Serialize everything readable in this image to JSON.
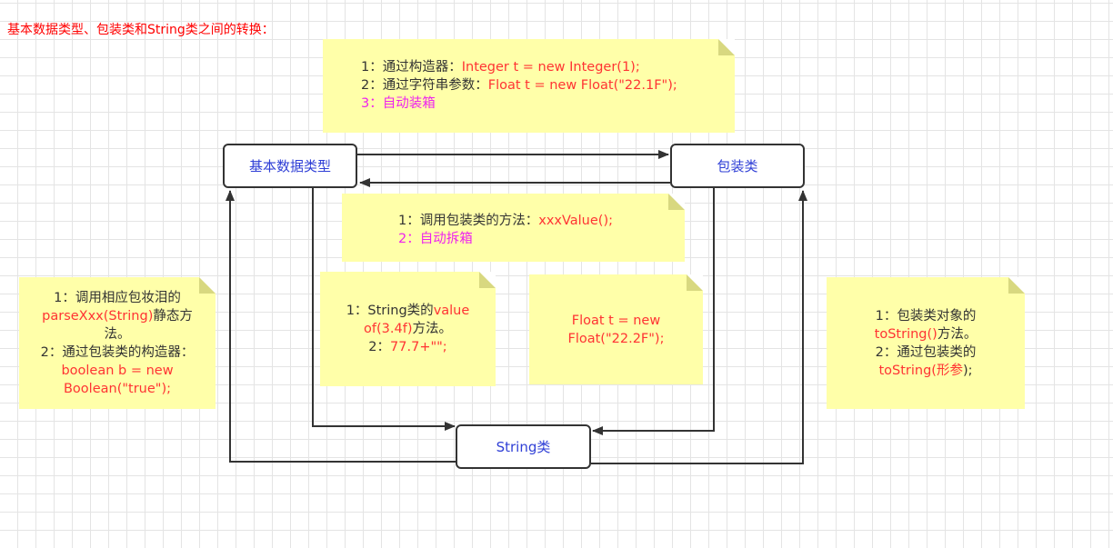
{
  "title": "基本数据类型、包装类和String类之间的转换：",
  "nodes": {
    "primitive": "基本数据类型",
    "wrapper": "包装类",
    "string": "String类"
  },
  "notes": {
    "to_wrapper": {
      "l1_prefix": "1：通过构造器：",
      "l1_code": "Integer t = new Integer(1);",
      "l2_prefix": "2：通过字符串参数：",
      "l2_code": "Float t = new Float(\"22.1F\");",
      "l3": "3：自动装箱"
    },
    "to_primitive": {
      "l1_prefix": "1：调用包装类的方法：",
      "l1_code": "xxxValue();",
      "l2": "2：自动拆箱"
    },
    "string_to_primitive": {
      "l1": "1：调用相应包妆泪的",
      "l2a": "parseXxx(String)",
      "l2b": "静态方",
      "l3": "法。",
      "l4": "2：通过包装类的构造器：",
      "l5": "boolean b = new",
      "l6": "Boolean(\"true\");"
    },
    "primitive_to_string": {
      "l1a": "1：String类的",
      "l1b": "value",
      "l2a": "of(3.4f)",
      "l2b": "方法。",
      "l3a": "2：",
      "l3b": "77.7+\"\";"
    },
    "string_to_wrapper": {
      "l1": "Float t = new",
      "l2": "Float(\"22.2F\");"
    },
    "wrapper_to_string": {
      "l1": "1：包装类对象的",
      "l2a": "toString()",
      "l2b": "方法。",
      "l3": "2：通过包装类的",
      "l4a": "toString(",
      "l4b": "形参",
      "l4c": ");"
    }
  }
}
